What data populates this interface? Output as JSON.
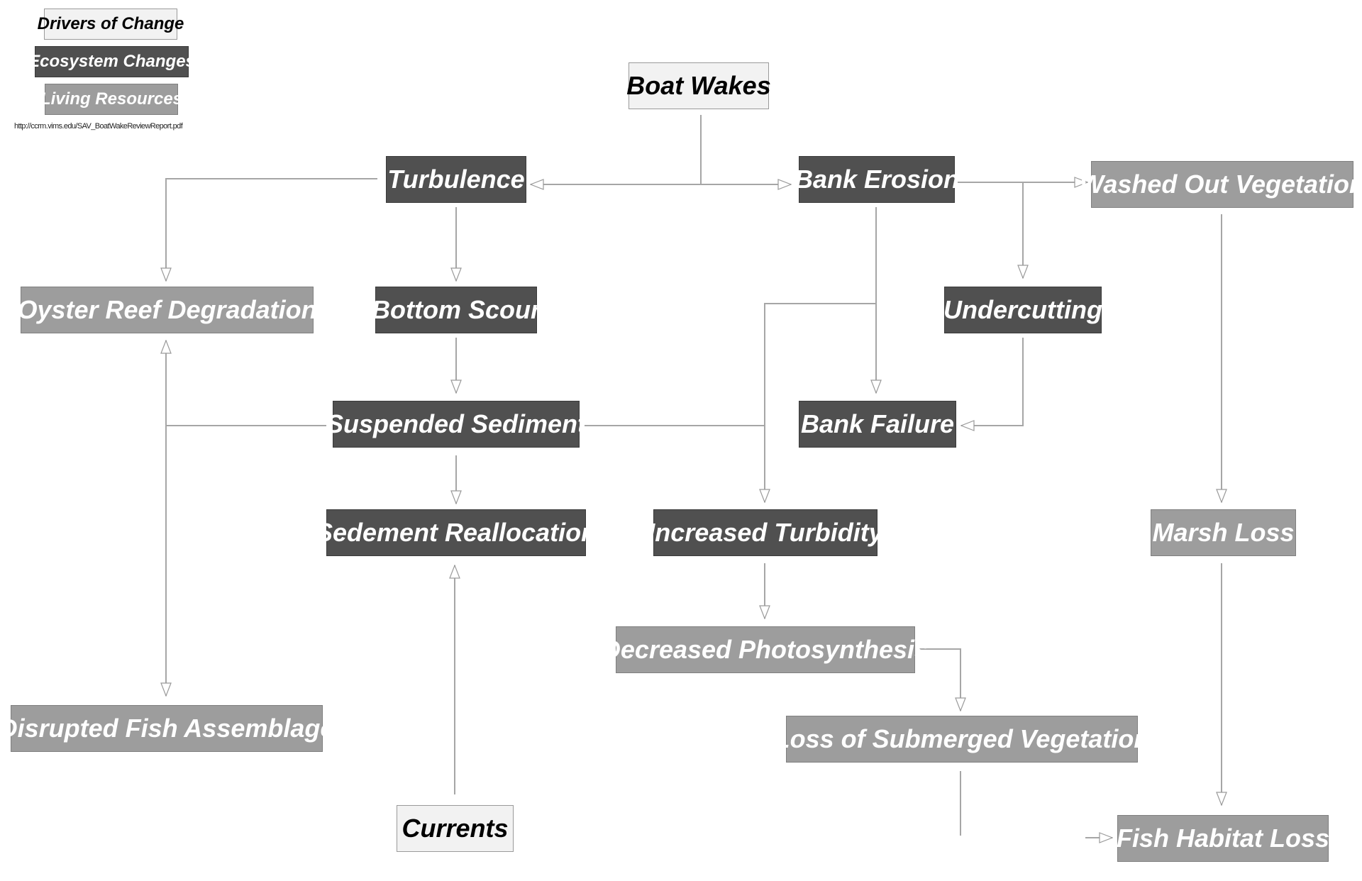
{
  "legend": {
    "drivers": "Drivers of Change",
    "ecosystem": "Ecosystem Changes",
    "living": "Living Resources",
    "source": "http://ccrm.vims.edu/SAV_BoatWakeReviewReport.pdf"
  },
  "nodes": {
    "boat_wakes": "Boat Wakes",
    "turbulence": "Turbulence",
    "bank_erosion": "Bank Erosion",
    "washed_out_vegetation": "Washed Out Vegetation",
    "oyster_reef_degradation": "Oyster Reef Degradation",
    "bottom_scour": "Bottom Scour",
    "undercutting": "Undercutting",
    "suspended_sediment": "Suspended Sediment",
    "bank_failure": "Bank Failure",
    "sediment_reallocation": "Sedement Reallocation",
    "increased_turbidity": "Increased Turbidity",
    "marsh_loss": "Marsh Loss",
    "decreased_photosynthesis": "Decreased Photosynthesis",
    "disrupted_fish_assemblage": "Disrupted Fish Assemblage",
    "loss_of_submerged_vegetation": "Loss of Submerged Vegetation",
    "currents": "Currents",
    "fish_habitat_loss": "Fish Habitat Loss"
  },
  "colors": {
    "drivers": "#f2f2f2",
    "ecosystem": "#505050",
    "living": "#9d9d9d",
    "connector": "#a6a6a6"
  }
}
